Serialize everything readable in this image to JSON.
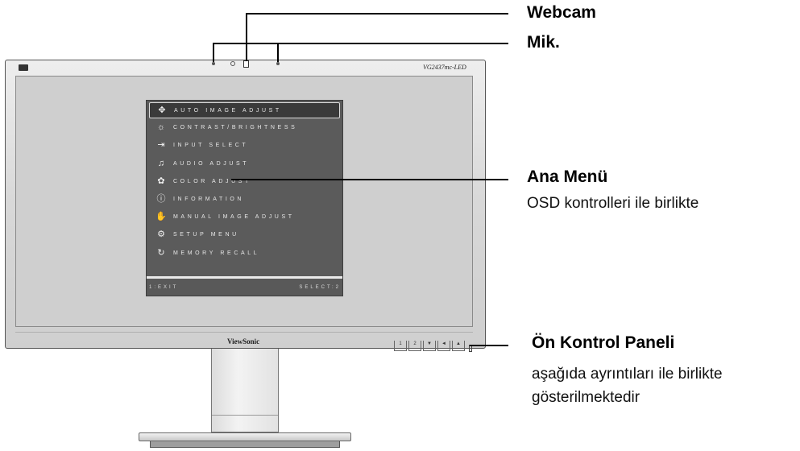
{
  "callouts": {
    "webcam": {
      "title": "Webcam"
    },
    "mic": {
      "title": "Mik."
    },
    "main_menu": {
      "title": "Ana Menü",
      "subtitle": "OSD kontrolleri ile birlikte"
    },
    "front_panel": {
      "title": "Ön Kontrol Paneli",
      "subtitle_line1": "aşağıda ayrıntıları ile birlikte",
      "subtitle_line2": "gösterilmektedir"
    }
  },
  "monitor": {
    "model": "VG2437mc-LED",
    "brand": "ViewSonic",
    "front_buttons": [
      "1",
      "2",
      "▼",
      "◄",
      "▲"
    ]
  },
  "osd": {
    "items": [
      {
        "label": "AUTO IMAGE ADJUST",
        "icon": "crosshair-icon",
        "glyph": "✥",
        "selected": true
      },
      {
        "label": "CONTRAST/BRIGHTNESS",
        "icon": "contrast-icon",
        "glyph": "☼",
        "selected": false
      },
      {
        "label": "INPUT SELECT",
        "icon": "input-icon",
        "glyph": "⇥",
        "selected": false
      },
      {
        "label": "AUDIO ADJUST",
        "icon": "audio-icon",
        "glyph": "♫",
        "selected": false
      },
      {
        "label": "COLOR ADJUST",
        "icon": "color-palette-icon",
        "glyph": "✿",
        "selected": false
      },
      {
        "label": "INFORMATION",
        "icon": "info-icon",
        "glyph": "ⓘ",
        "selected": false
      },
      {
        "label": "MANUAL IMAGE ADJUST",
        "icon": "hand-icon",
        "glyph": "✋",
        "selected": false
      },
      {
        "label": "SETUP MENU",
        "icon": "gear-icon",
        "glyph": "⚙",
        "selected": false
      },
      {
        "label": "MEMORY RECALL",
        "icon": "recall-icon",
        "glyph": "↻",
        "selected": false
      }
    ],
    "footer": {
      "exit": "1:EXIT",
      "select": "SELECT:2"
    }
  }
}
